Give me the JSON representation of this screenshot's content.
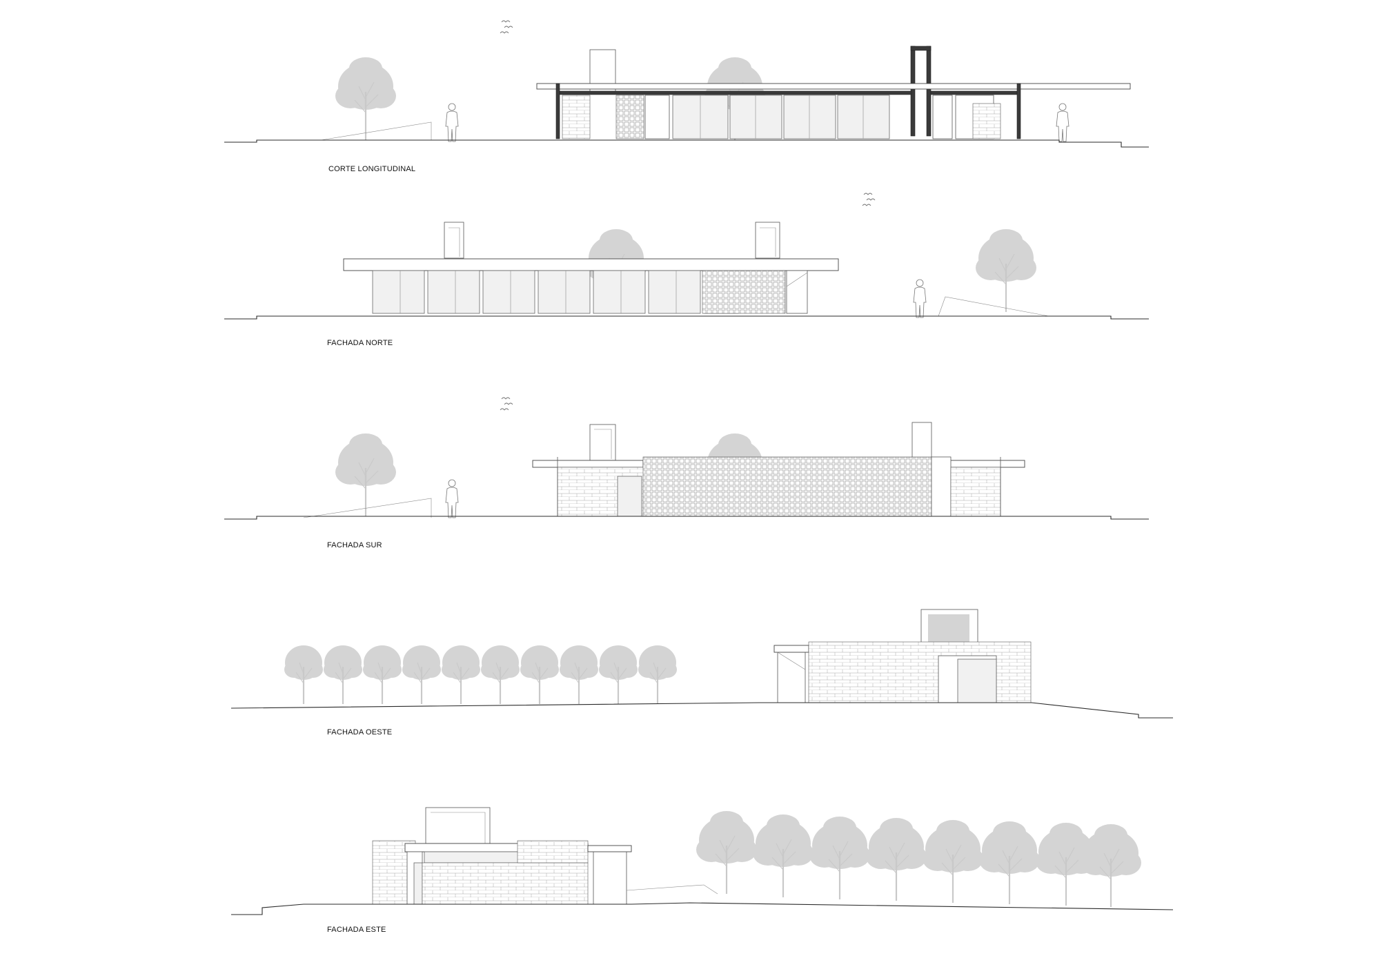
{
  "labels": {
    "corte_longitudinal": "CORTE LONGITUDINAL",
    "fachada_norte": "FACHADA NORTE",
    "fachada_sur": "FACHADA SUR",
    "fachada_oeste": "FACHADA OESTE",
    "fachada_este": "FACHADA ESTE"
  },
  "colors": {
    "line": "#2a2a2a",
    "tree": "#d4d4d4",
    "section_cut": "#3a3a3a",
    "glass": "#f1f1f1"
  }
}
